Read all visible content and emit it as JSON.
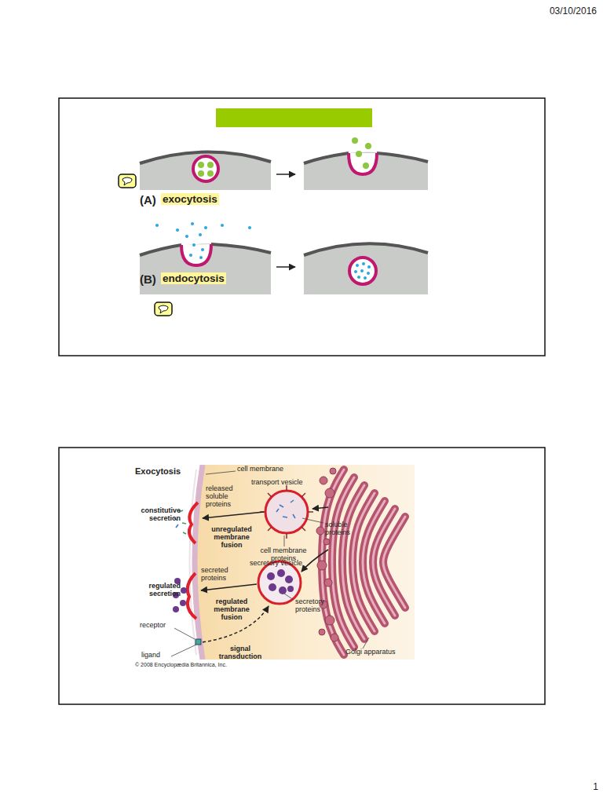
{
  "diagram": {
    "labels": [
      "03/10/2016",
      "(A)",
      "exocytosis",
      "(B)",
      "endocytosis",
      "Exocytosis",
      "cell membrane",
      "transport vesicle",
      "released soluble proteins",
      "constitutive secretion",
      "unregulated membrane fusion",
      "soluble proteins",
      "cell membrane proteins",
      "secretory vesicle",
      "secreted proteins",
      "regulated secretion",
      "regulated membrane fusion",
      "secretory proteins",
      "receptor",
      "ligand",
      "signal transduction",
      "Golgi apparatus",
      "© 2008 Encyclopædia Britannica, Inc.",
      "1"
    ]
  }
}
